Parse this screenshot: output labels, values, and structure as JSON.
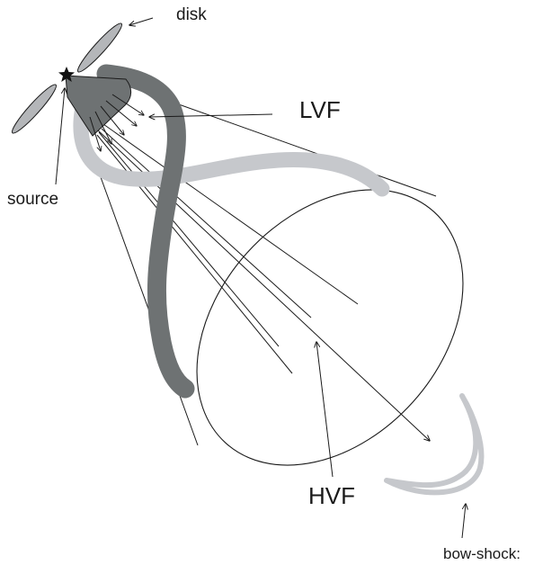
{
  "labels": {
    "disk": "disk",
    "source": "source",
    "lvf": "LVF",
    "hvf": "HVF",
    "bow_shock": "bow-shock:"
  },
  "colors": {
    "ink": "#1a1a1a",
    "lvf_band": "#c6c8cc",
    "jet": "#6e7273",
    "cone_fill": "#6e7273",
    "disk": "#b4b6b9",
    "bow_shock": "#c6c8cc"
  }
}
